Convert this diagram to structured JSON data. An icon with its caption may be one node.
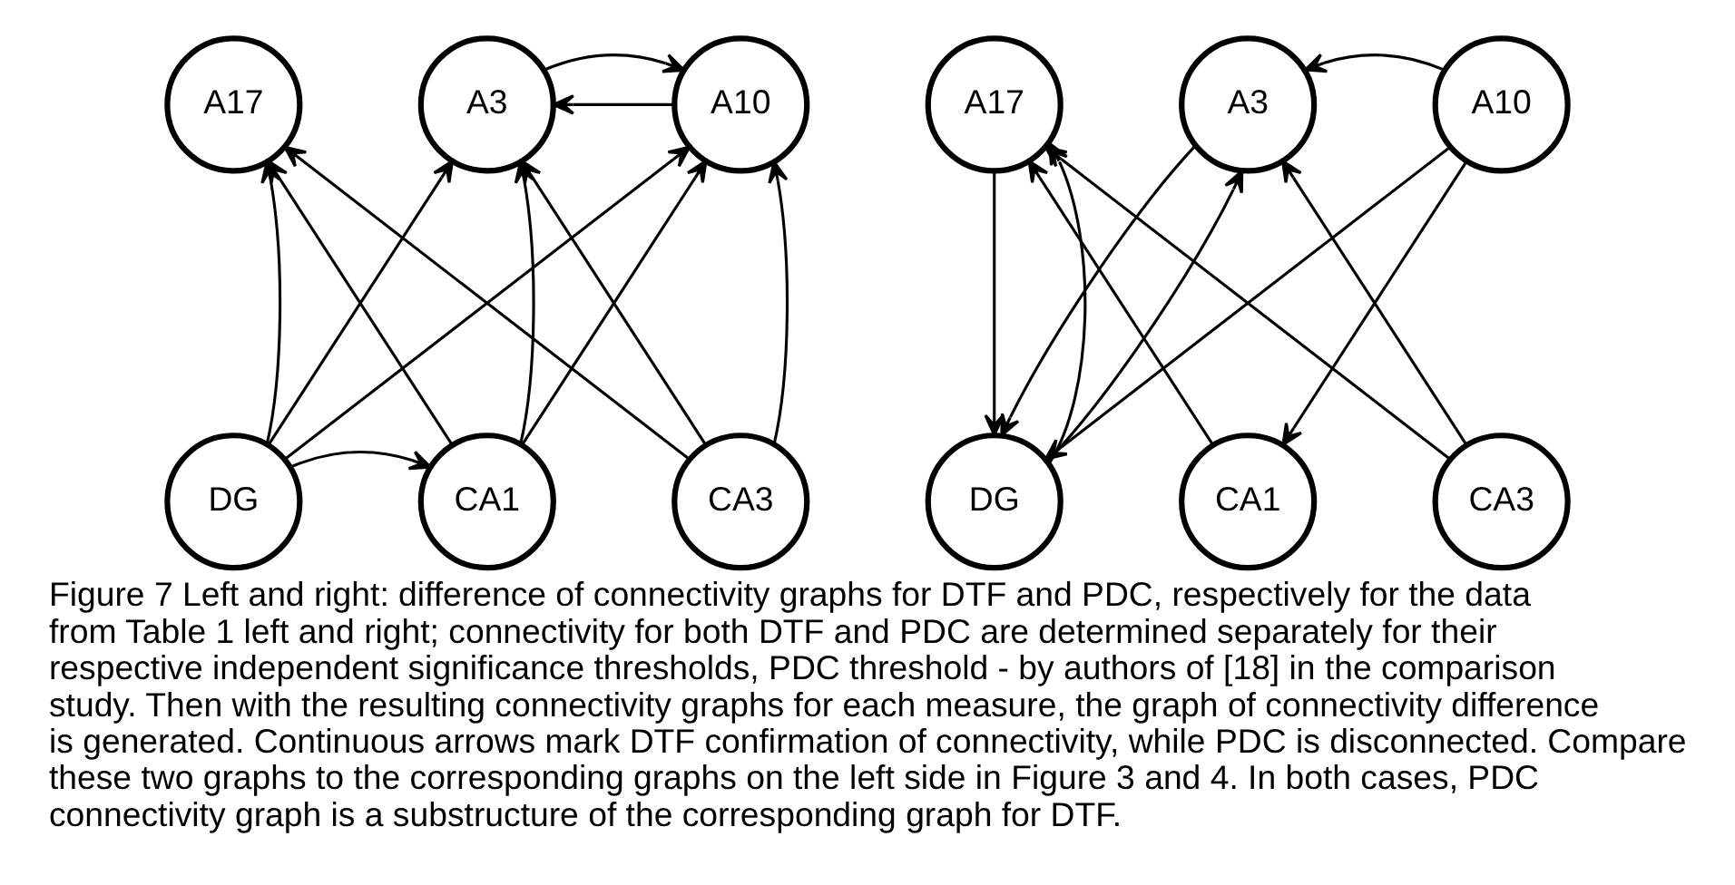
{
  "diagram": {
    "caption": "Figure 7 Left and right: difference of connectivity graphs for DTF and PDC, respectively for the data from Table 1 left and right; connectivity for both DTF and PDC are determined separately for their respective independent significance thresholds, PDC threshold - by authors of [18] in the comparison study. Then with the resulting connectivity graphs for each measure, the graph of connectivity difference is generated. Continuous arrows mark DTF confirmation of connectivity, while PDC is disconnected. Compare these two graphs to the corresponding graphs on the left side in Figure 3 and 4. In both cases, PDC connectivity graph is a substructure of the corresponding graph for DTF.",
    "nodes": [
      {
        "text": [
          "A17"
        ]
      },
      {
        "text": [
          "A3"
        ]
      },
      {
        "text": [
          "A10"
        ]
      },
      {
        "text": [
          "DG"
        ]
      },
      {
        "text": [
          "CA1"
        ]
      },
      {
        "text": [
          "CA3"
        ]
      },
      {
        "text": [
          "A17"
        ]
      },
      {
        "text": [
          "A3"
        ]
      },
      {
        "text": [
          "A10"
        ]
      },
      {
        "text": [
          "DG"
        ]
      },
      {
        "text": [
          "CA1"
        ]
      },
      {
        "text": [
          "CA3"
        ]
      }
    ],
    "edges": [
      {
        "from": 2,
        "to": 1,
        "arrow": "to"
      },
      {
        "from": 1,
        "to": 2,
        "arrow": "to"
      },
      {
        "from": 3,
        "to": 0,
        "arrow": "to"
      },
      {
        "from": 3,
        "to": 1,
        "arrow": "to"
      },
      {
        "from": 3,
        "to": 2,
        "arrow": "to"
      },
      {
        "from": 3,
        "to": 4,
        "arrow": "to"
      },
      {
        "from": 4,
        "to": 0,
        "arrow": "to"
      },
      {
        "from": 4,
        "to": 1,
        "arrow": "to"
      },
      {
        "from": 4,
        "to": 2,
        "arrow": "to"
      },
      {
        "from": 5,
        "to": 0,
        "arrow": "to"
      },
      {
        "from": 5,
        "to": 1,
        "arrow": "to"
      },
      {
        "from": 5,
        "to": 2,
        "arrow": "to"
      },
      {
        "from": 6,
        "to": 9,
        "arrow": "to"
      },
      {
        "from": 9,
        "to": 6,
        "arrow": "to"
      },
      {
        "from": 10,
        "to": 6,
        "arrow": "to"
      },
      {
        "from": 11,
        "to": 6,
        "arrow": "to"
      },
      {
        "from": 7,
        "to": 9,
        "arrow": "to"
      },
      {
        "from": 9,
        "to": 7,
        "arrow": "to"
      },
      {
        "from": 8,
        "to": 7,
        "arrow": "to"
      },
      {
        "from": 8,
        "to": 9,
        "arrow": "to"
      },
      {
        "from": 8,
        "to": 10,
        "arrow": "to"
      },
      {
        "from": 11,
        "to": 7,
        "arrow": "to"
      }
    ]
  }
}
